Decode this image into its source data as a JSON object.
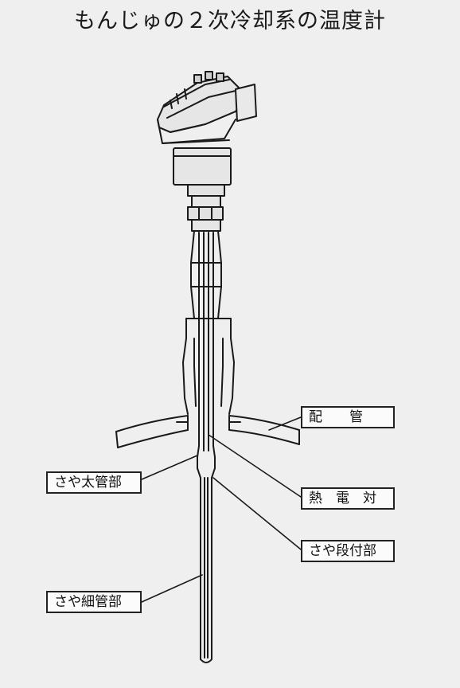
{
  "title": "もんじゅの２次冷却系の温度計",
  "labels": {
    "pipe": "配　　管",
    "sheath_thick": "さや太管部",
    "thermocouple": "熱　電　対",
    "sheath_step": "さや段付部",
    "sheath_thin": "さや細管部"
  }
}
